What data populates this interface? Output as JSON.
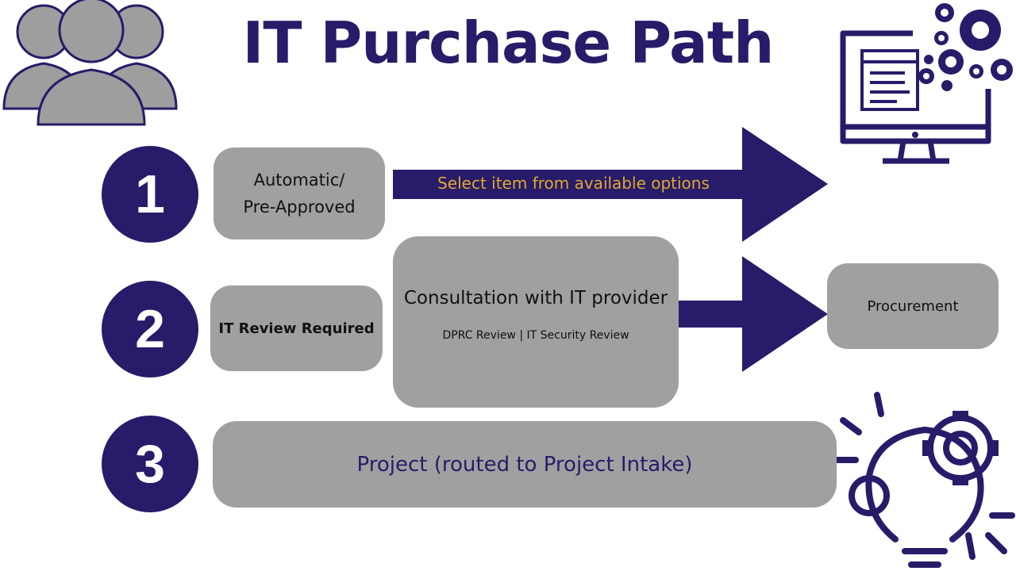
{
  "title": "IT Purchase Path",
  "colors": {
    "primary": "#271c69",
    "box": "#a0a0a0",
    "accent": "#e0a830",
    "icon_grey": "#9e9e9e"
  },
  "icons": [
    "people-group-icon",
    "computer-gears-icon",
    "lightbulb-gears-icon"
  ],
  "paths": [
    {
      "number": "1",
      "label": "Automatic/\nPre-Approved",
      "arrow_text": "Select item from available options"
    },
    {
      "number": "2",
      "label": "IT Review Required"
    },
    {
      "number": "3"
    }
  ],
  "consultation": {
    "title": "Consultation with IT provider",
    "subtitle": "DPRC Review | IT Security Review"
  },
  "procurement": "Procurement",
  "project": "Project (routed to Project Intake)"
}
